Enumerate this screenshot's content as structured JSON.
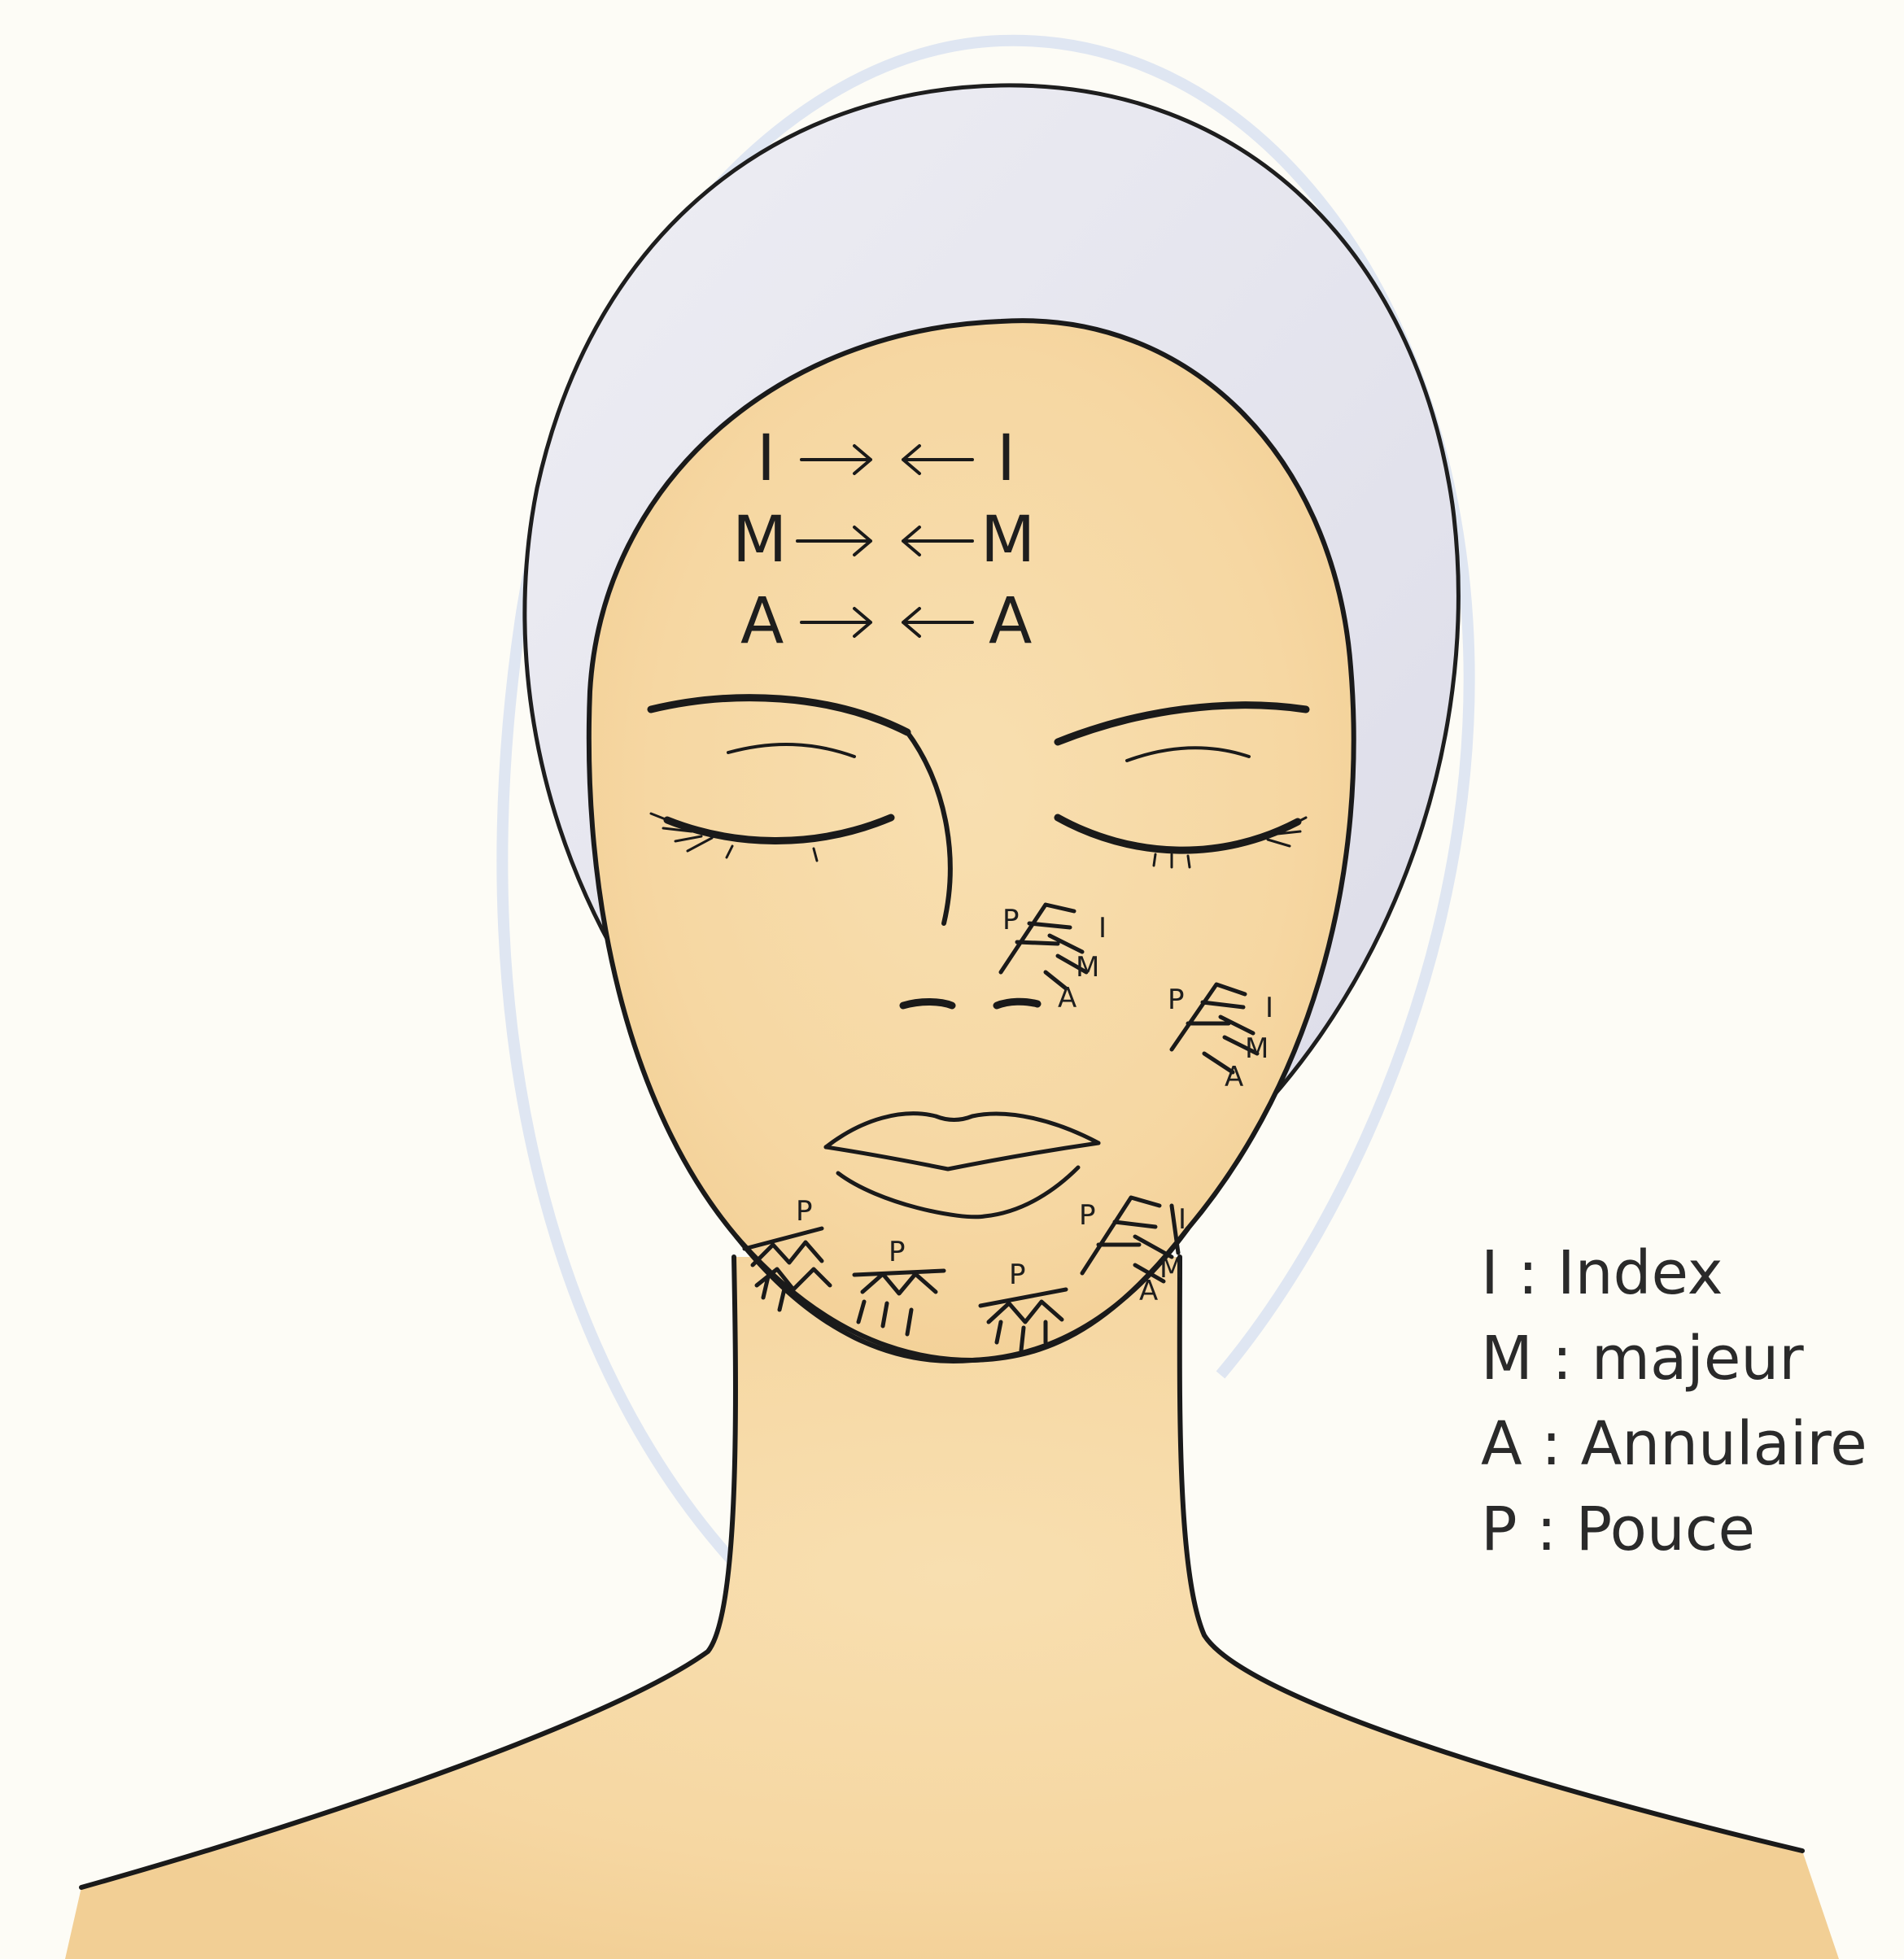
{
  "forehead": [
    {
      "left": "I",
      "right": "I"
    },
    {
      "left": "M",
      "right": "M"
    },
    {
      "left": "A",
      "right": "A"
    }
  ],
  "marks": {
    "nose_side": [
      "P",
      "I",
      "M",
      "A"
    ],
    "cheek": [
      "P",
      "I",
      "M",
      "A"
    ],
    "jaw_right": [
      "P",
      "I",
      "M",
      "A"
    ],
    "chin": [
      "P",
      "P",
      "P",
      "P"
    ]
  },
  "legend": [
    {
      "key": "I",
      "sep": ":",
      "name": "Index"
    },
    {
      "key": "M",
      "sep": ":",
      "name": "majeur"
    },
    {
      "key": "A",
      "sep": ":",
      "name": "Annulaire"
    },
    {
      "key": "P",
      "sep": ":",
      "name": "Pouce"
    }
  ],
  "colors": {
    "background": "#fdfcf6",
    "skin": "#f6d9a6",
    "headband": "#e6e6ee",
    "ink": "#1a1a1a"
  }
}
